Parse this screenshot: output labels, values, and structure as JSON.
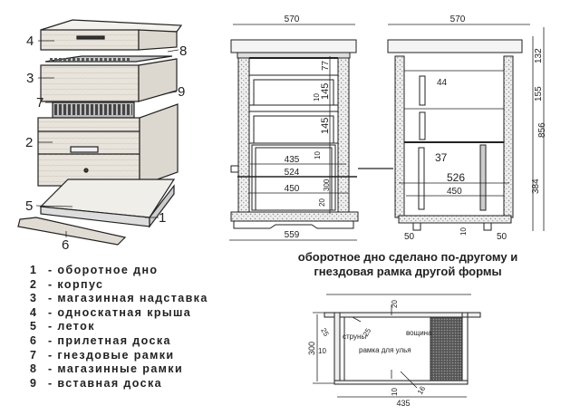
{
  "hive_illustration": {
    "callouts": [
      "4",
      "8",
      "3",
      "9",
      "7",
      "2",
      "5",
      "1",
      "6"
    ]
  },
  "front_view": {
    "width_top": "570",
    "width_bottom": "559",
    "dims": [
      "77",
      "10",
      "145",
      "145",
      "10",
      "435",
      "524",
      "450",
      "300",
      "20"
    ]
  },
  "side_view": {
    "width_top": "570",
    "dims": [
      "44",
      "37",
      "526",
      "450",
      "132",
      "155",
      "856",
      "384",
      "10",
      "50",
      "50"
    ]
  },
  "frame_view": {
    "dims": [
      "20",
      "25",
      "25",
      "300",
      "10",
      "10",
      "16",
      "435"
    ],
    "labels": {
      "strings": "струны",
      "foundation": "вощина",
      "frame": "рамка для улья"
    }
  },
  "caption": {
    "line1": "оборотное дно сделано по-другому и",
    "line2": "гнездовая рамка другой формы"
  },
  "legend": [
    {
      "num": "1",
      "text": "- оборотное дно"
    },
    {
      "num": "2",
      "text": "- корпус"
    },
    {
      "num": "3",
      "text": "- магазинная надставка"
    },
    {
      "num": "4",
      "text": "- односкатная крыша"
    },
    {
      "num": "5",
      "text": "- леток"
    },
    {
      "num": "6",
      "text": "- прилетная доска"
    },
    {
      "num": "7",
      "text": "- гнездовые рамки"
    },
    {
      "num": "8",
      "text": "- магазинные рамки"
    },
    {
      "num": "9",
      "text": "- вставная доска"
    }
  ]
}
